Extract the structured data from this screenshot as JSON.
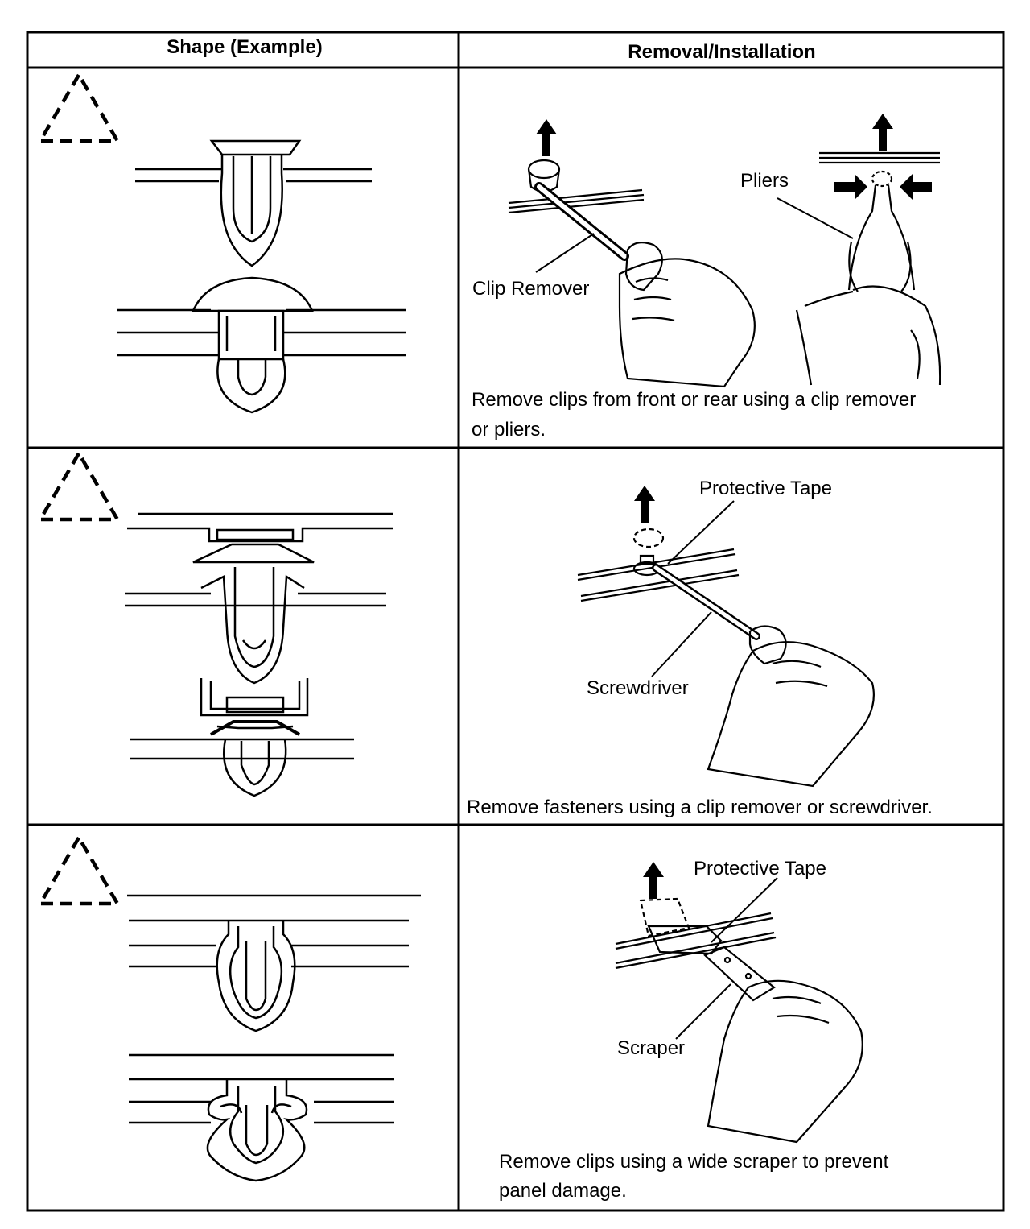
{
  "table": {
    "headers": {
      "shape": "Shape (Example)",
      "removal": "Removal/Installation"
    },
    "rows": [
      {
        "labels": [
          "Clip Remover",
          "Pliers"
        ],
        "caption_lines": [
          "Remove clips from front or rear using a clip remover",
          "or pliers."
        ]
      },
      {
        "labels": [
          "Protective Tape",
          "Screwdriver"
        ],
        "caption_lines": [
          "Remove fasteners using a clip remover or screwdriver."
        ]
      },
      {
        "labels": [
          "Protective Tape",
          "Scraper"
        ],
        "caption_lines": [
          "Remove clips using a wide scraper to prevent",
          "panel damage."
        ]
      }
    ]
  }
}
